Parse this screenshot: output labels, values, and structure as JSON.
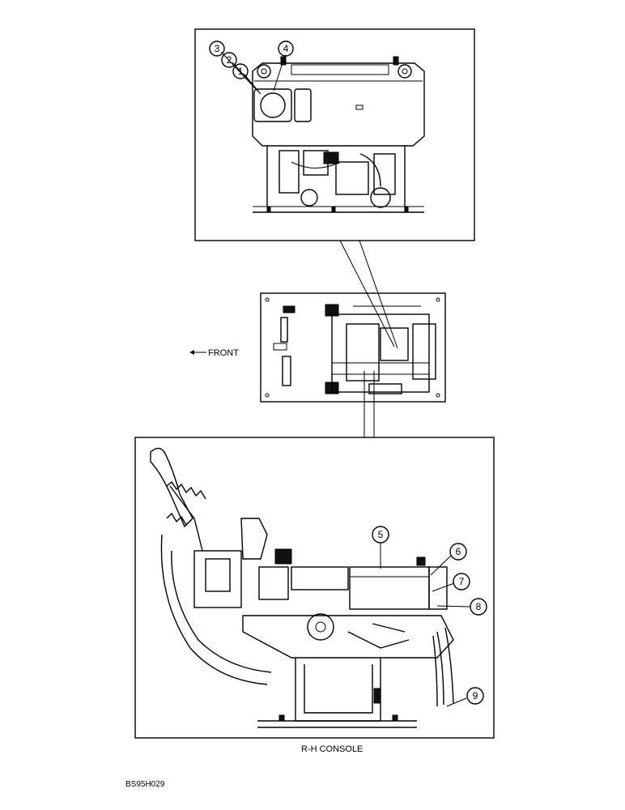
{
  "labels": {
    "front": "FRONT",
    "caption": "R-H CONSOLE",
    "figure_id": "BS95H029"
  },
  "callouts": {
    "c1": "1",
    "c2": "2",
    "c3": "3",
    "c4": "4",
    "c5": "5",
    "c6": "6",
    "c7": "7",
    "c8": "8",
    "c9": "9"
  }
}
